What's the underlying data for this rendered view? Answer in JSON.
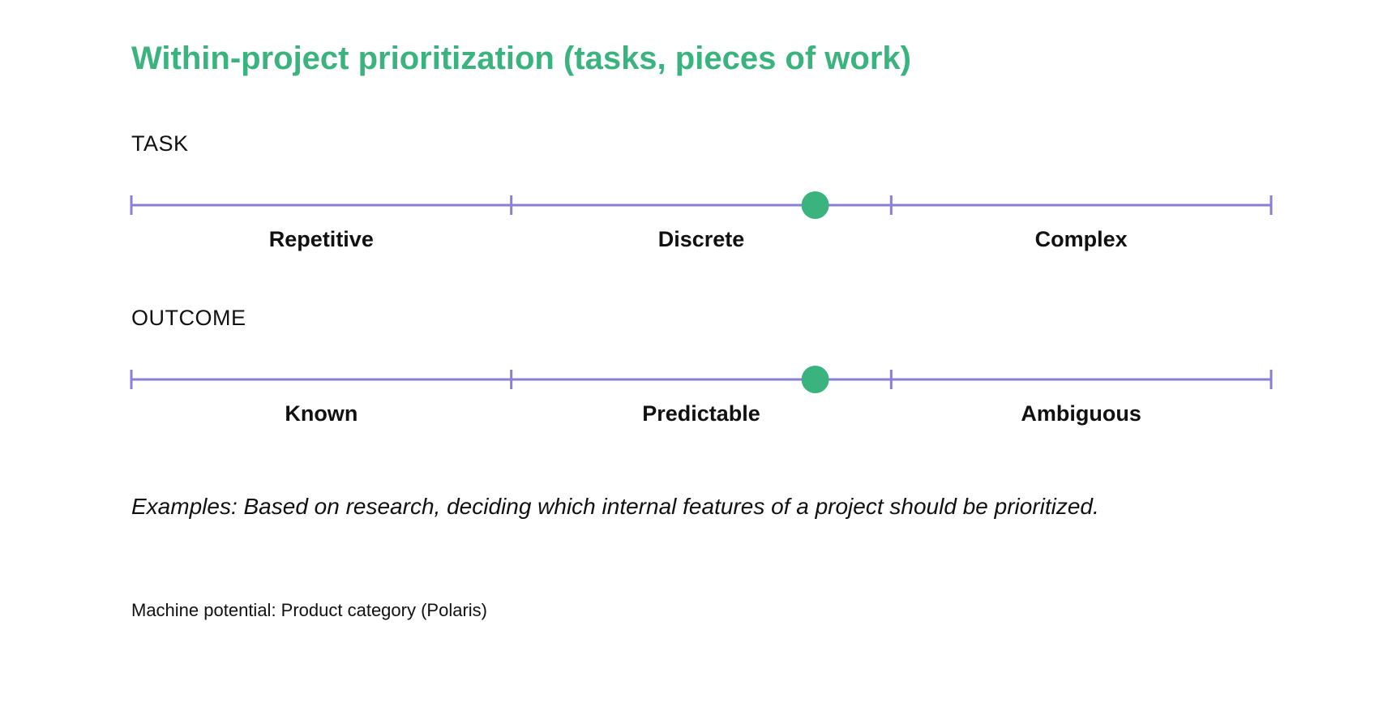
{
  "title": "Within-project prioritization (tasks, pieces of work)",
  "colors": {
    "title": "#3bb37f",
    "axis": "#8a7fd6",
    "marker": "#3bb37f",
    "text": "#111111"
  },
  "scales": [
    {
      "label": "TASK",
      "segments": [
        "Repetitive",
        "Discrete",
        "Complex"
      ],
      "marker_position": 0.6
    },
    {
      "label": "OUTCOME",
      "segments": [
        "Known",
        "Predictable",
        "Ambiguous"
      ],
      "marker_position": 0.6
    }
  ],
  "example_text": "Examples: Based on research, deciding which internal features of a project should be prioritized.",
  "footnote": "Machine potential: Product category (Polaris)"
}
